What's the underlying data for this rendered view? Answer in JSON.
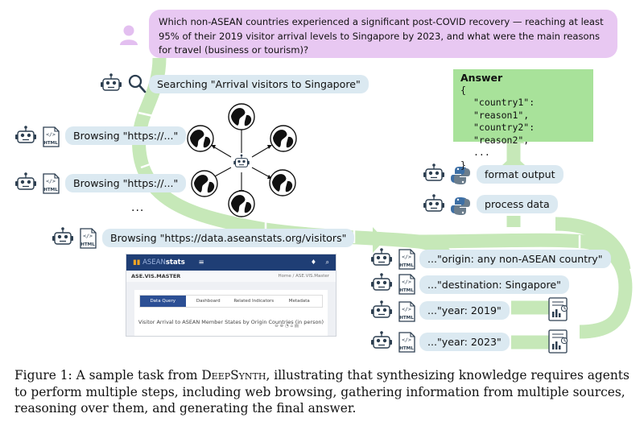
{
  "query": {
    "text": "Which non-ASEAN countries experienced a significant post-COVID recovery — reaching at least 95% of their 2019 visitor arrival levels to Singapore by 2023, and what were the main reasons for travel (business or tourism)?"
  },
  "steps": {
    "search": "Searching \"Arrival visitors to Singapore\"",
    "browse1": "Browsing \"https://...\"",
    "browse2": "Browsing \"https://...\"",
    "ellipsis": "...",
    "browse_main": "Browsing \"https://data.aseanstats.org/visitors\"",
    "filter_origin": "...\"origin: any non-ASEAN country\"",
    "filter_destination": "...\"destination: Singapore\"",
    "filter_year1": "...\"year: 2019\"",
    "filter_year2": "...\"year: 2023\"",
    "process": "process data",
    "format": "format output"
  },
  "answer": {
    "title": "Answer",
    "open": "{",
    "line1": "\"country1\": \"reason1\",",
    "line2": "\"country2\": \"reason2\",",
    "line3": "...",
    "close": "}"
  },
  "html_icon_label": "HTML",
  "html_icon_tag": "</>",
  "screenshot": {
    "brand_a": "ASEAN",
    "brand_b": "stats",
    "menu": "≡",
    "subtitle": "ASE.VIS.MASTER",
    "breadcrumb": "Home / ASE.VIS.Master",
    "tabs": [
      "Data Query",
      "Dashboard",
      "Related Indicators",
      "Metadata"
    ],
    "title": "Visitor Arrival to ASEAN Member States by Origin Countries (in person)"
  },
  "caption": {
    "prefix": "Figure 1: A sample task from ",
    "name": "DeepSynth",
    "rest": ", illustrating that synthesizing knowledge requires agents to perform multiple steps, including web browsing, gathering information from multiple sources, reasoning over them, and generating the final answer."
  },
  "colors": {
    "query_bubble": "#e8c8f2",
    "step_pill": "#dbe9f1",
    "answer_box": "#a8e29a",
    "flow_arrow": "#c6e8b8",
    "robot_stroke": "#2c3e50",
    "python_blue": "#3d6fa5",
    "python_gray": "#6b7d8c"
  }
}
